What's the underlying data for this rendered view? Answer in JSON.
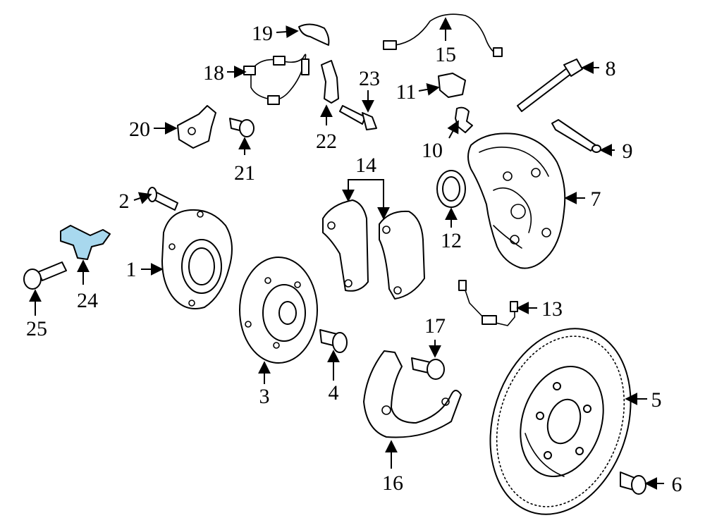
{
  "diagram": {
    "highlight_color": "#a8d8ee",
    "line_color": "#000000",
    "background": "#ffffff",
    "callouts": [
      {
        "id": "c1",
        "label": "1",
        "part": "wheel-hub-bearing"
      },
      {
        "id": "c2",
        "label": "2",
        "part": "hub-bolt"
      },
      {
        "id": "c3",
        "label": "3",
        "part": "wheel-hub"
      },
      {
        "id": "c4",
        "label": "4",
        "part": "hub-bolt-lower"
      },
      {
        "id": "c5",
        "label": "5",
        "part": "brake-rotor"
      },
      {
        "id": "c6",
        "label": "6",
        "part": "rotor-bolt"
      },
      {
        "id": "c7",
        "label": "7",
        "part": "brake-caliper"
      },
      {
        "id": "c8",
        "label": "8",
        "part": "caliper-bolt"
      },
      {
        "id": "c9",
        "label": "9",
        "part": "guide-pin"
      },
      {
        "id": "c10",
        "label": "10",
        "part": "bleeder-cap"
      },
      {
        "id": "c11",
        "label": "11",
        "part": "bleeder-valve"
      },
      {
        "id": "c12",
        "label": "12",
        "part": "piston-seal"
      },
      {
        "id": "c13",
        "label": "13",
        "part": "pad-wear-sensor"
      },
      {
        "id": "c14",
        "label": "14",
        "part": "brake-pads"
      },
      {
        "id": "c15",
        "label": "15",
        "part": "speed-sensor"
      },
      {
        "id": "c16",
        "label": "16",
        "part": "splash-shield"
      },
      {
        "id": "c17",
        "label": "17",
        "part": "shield-bolt"
      },
      {
        "id": "c18",
        "label": "18",
        "part": "sensor-harness"
      },
      {
        "id": "c19",
        "label": "19",
        "part": "harness-clip"
      },
      {
        "id": "c20",
        "label": "20",
        "part": "harness-bracket"
      },
      {
        "id": "c21",
        "label": "21",
        "part": "bracket-bolt"
      },
      {
        "id": "c22",
        "label": "22",
        "part": "hose-bracket"
      },
      {
        "id": "c23",
        "label": "23",
        "part": "bracket-stud"
      },
      {
        "id": "c24",
        "label": "24",
        "part": "sensor-bracket"
      },
      {
        "id": "c25",
        "label": "25",
        "part": "sensor-bracket-bolt"
      }
    ]
  }
}
